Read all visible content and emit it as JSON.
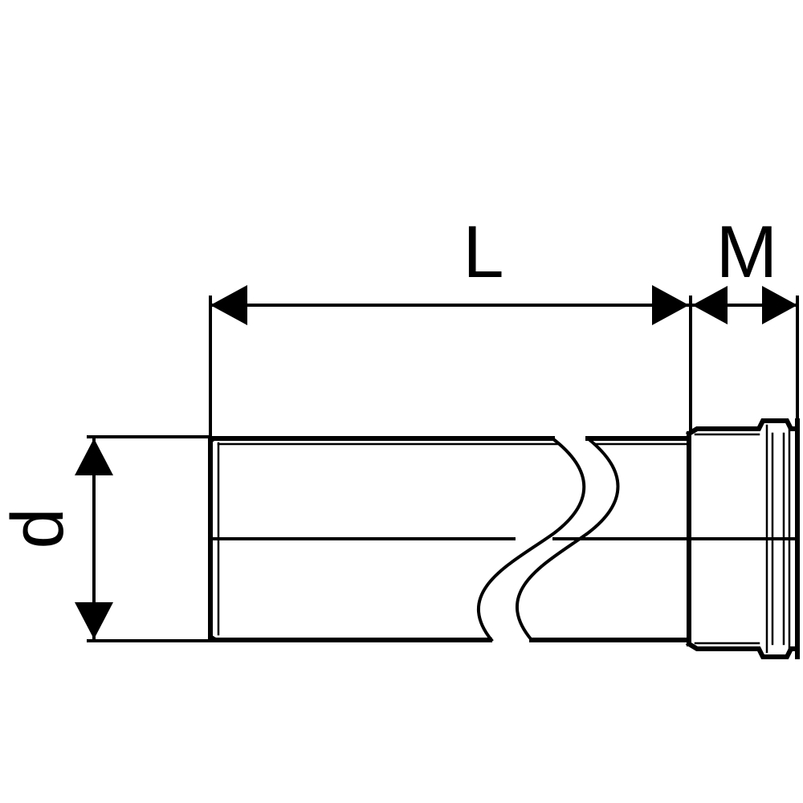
{
  "diagram": {
    "labels": {
      "length": "L",
      "socket_depth": "M",
      "diameter": "d"
    },
    "colors": {
      "stroke": "#000000",
      "background": "#ffffff"
    }
  }
}
